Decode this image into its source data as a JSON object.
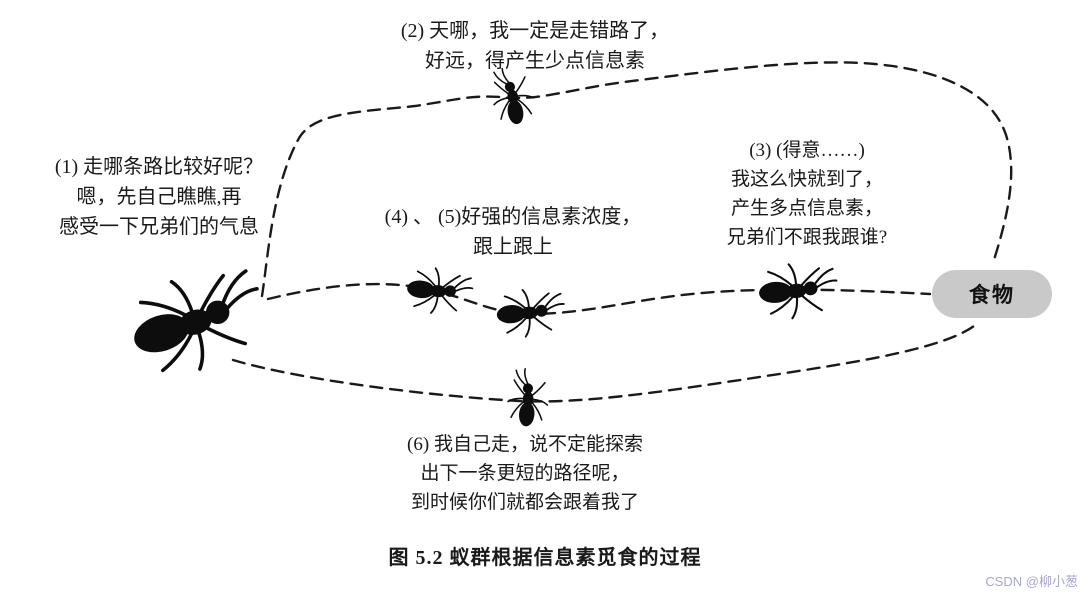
{
  "figure": {
    "caption": "图 5.2  蚁群根据信息素觅食的过程",
    "watermark": "CSDN @柳小葱",
    "food_label": "食物",
    "annotations": {
      "a1": {
        "lines": [
          "(1) 走哪条路比较好呢？",
          "嗯，先自己瞧瞧,再",
          "感受一下兄弟们的气息"
        ]
      },
      "a2": {
        "lines": [
          "(2) 天哪，我一定是走错路了，",
          "好远，得产生少点信息素"
        ]
      },
      "a3": {
        "lines": [
          "(3) (得意……)",
          "我这么快就到了，",
          "产生多点信息素，",
          "兄弟们不跟我跟谁?"
        ]
      },
      "a45": {
        "lines": [
          "(4) 、 (5)好强的信息素浓度，",
          "跟上跟上"
        ]
      },
      "a6": {
        "lines": [
          "(6) 我自己走，说不定能探索",
          "出下一条更短的路径呢，",
          "到时候你们就都会跟着我了"
        ]
      }
    },
    "colors": {
      "ink": "#111111",
      "food_pill": "#c9c9c9",
      "watermark": "#a6a6cc"
    }
  }
}
